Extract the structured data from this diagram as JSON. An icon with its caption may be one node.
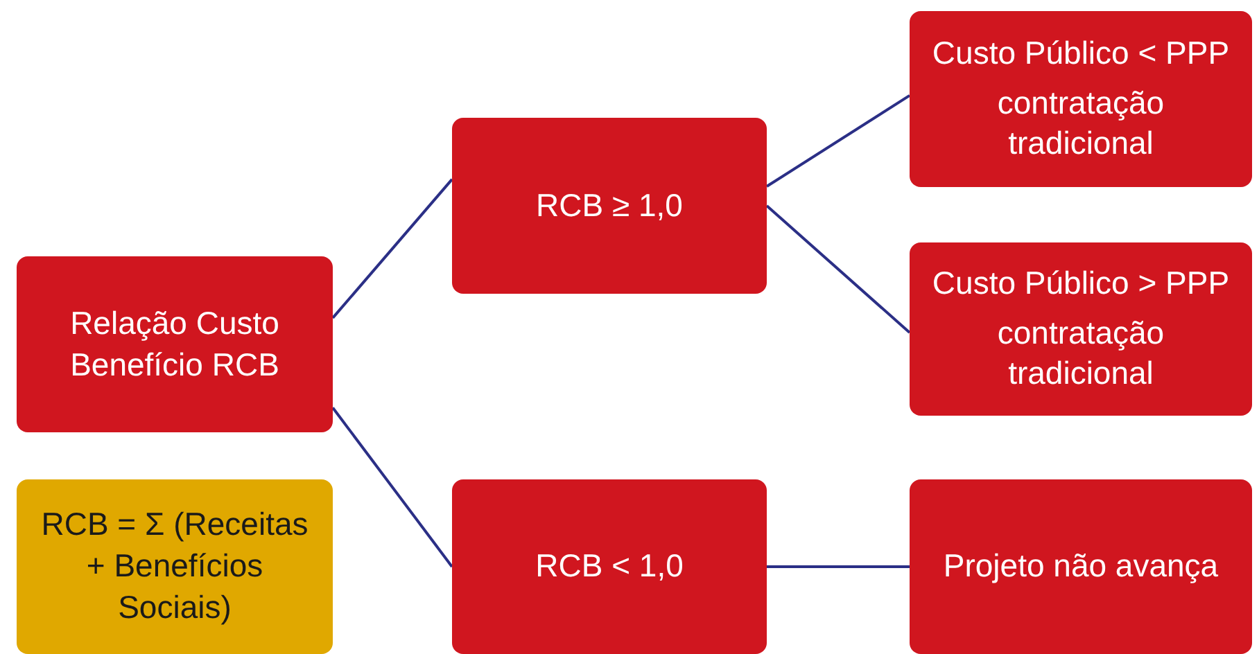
{
  "diagram": {
    "nodes": [
      {
        "text": [
          "Relação Custo Benefício RCB"
        ]
      },
      {
        "text": [
          "RCB = Σ (Receitas + Benefícios Sociais)"
        ]
      },
      {
        "text": [
          "RCB ≥ 1,0"
        ]
      },
      {
        "text": [
          "RCB < 1,0"
        ]
      },
      {
        "text": [
          "Custo Público < PPP",
          "contratação tradicional"
        ]
      },
      {
        "text": [
          "Custo Público > PPP",
          "contratação tradicional"
        ]
      },
      {
        "text": [
          "Projeto não avança"
        ]
      }
    ],
    "edges": [
      {
        "from": 0,
        "to": 2,
        "arrow": "none"
      },
      {
        "from": 0,
        "to": 3,
        "arrow": "none"
      },
      {
        "from": 2,
        "to": 4,
        "arrow": "none"
      },
      {
        "from": 2,
        "to": 5,
        "arrow": "none"
      },
      {
        "from": 3,
        "to": 6,
        "arrow": "none"
      }
    ]
  }
}
